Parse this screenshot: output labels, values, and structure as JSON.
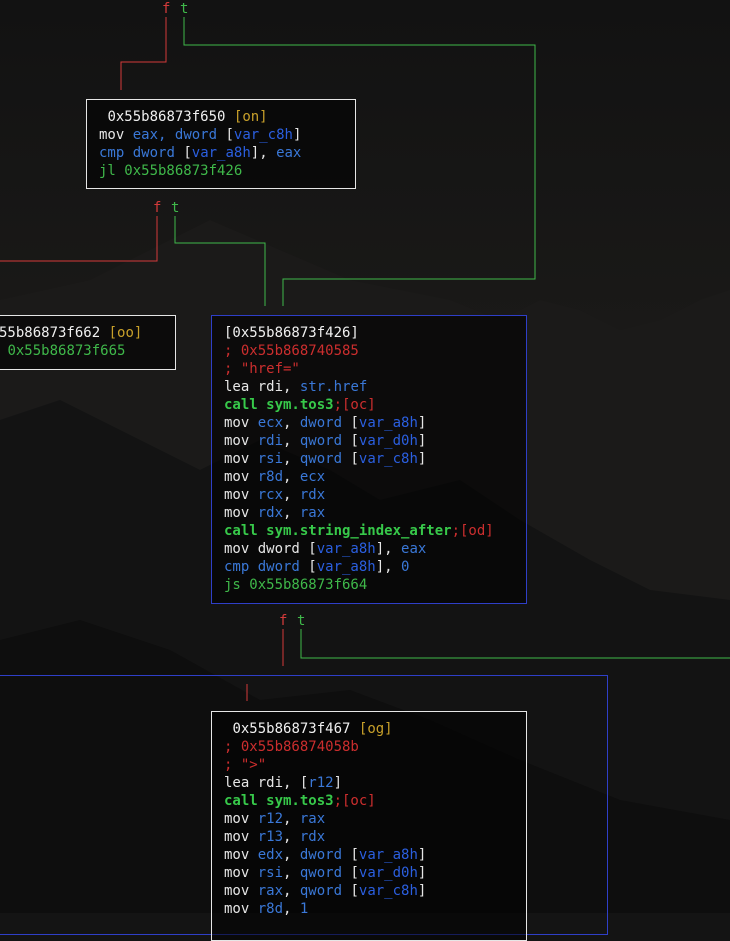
{
  "theme": {
    "background": "#141414",
    "node_border": "#e6e6e6",
    "selected_border": "#2f3fc8",
    "false_edge": "#d33a3a",
    "true_edge": "#3fb84a",
    "flag_color": "#c8a02a"
  },
  "edge_labels": {
    "false": "f",
    "true": "t"
  },
  "node_top": {
    "addr": "0x55b86873f650",
    "flag": "[on]",
    "l1_mnem": "mov",
    "l1_reg": "eax,",
    "l1_size": "dword",
    "l1_var": "var_c8h",
    "l2_mnem": "cmp",
    "l2_size": "dword",
    "l2_var": "var_a8h",
    "l2_reg": "eax",
    "l3": "jl 0x55b86873f426"
  },
  "node_left": {
    "addr": "55b86873f662",
    "flag": "[oo]",
    "l2": "0x55b86873f665"
  },
  "node_mid": {
    "addr": "[0x55b86873f426]",
    "c1": "; 0x55b868740585",
    "c2": "; \"href=\"",
    "lea_mnem": "lea",
    "lea_rest": "rdi,",
    "lea_sym": "str.href",
    "call1": "call sym.tos3",
    "call1_flag": ";[oc]",
    "m1_var": "var_a8h",
    "m2_var": "var_d0h",
    "m3_var": "var_c8h",
    "call2": "call sym.string_index_after",
    "call2_flag": ";[od]",
    "m8_var": "var_a8h",
    "cmp_var": "var_a8h",
    "cmp_imm": "0",
    "js": "js 0x55b86873f664"
  },
  "node_bottom": {
    "addr": "0x55b86873f467",
    "flag": "[og]",
    "c1": "; 0x55b86874058b",
    "c2": "; \">\"",
    "call1": "call sym.tos3",
    "call1_flag": ";[oc]",
    "v1": "var_a8h",
    "v2": "var_d0h",
    "v3": "var_c8h",
    "last_imm": "1"
  }
}
